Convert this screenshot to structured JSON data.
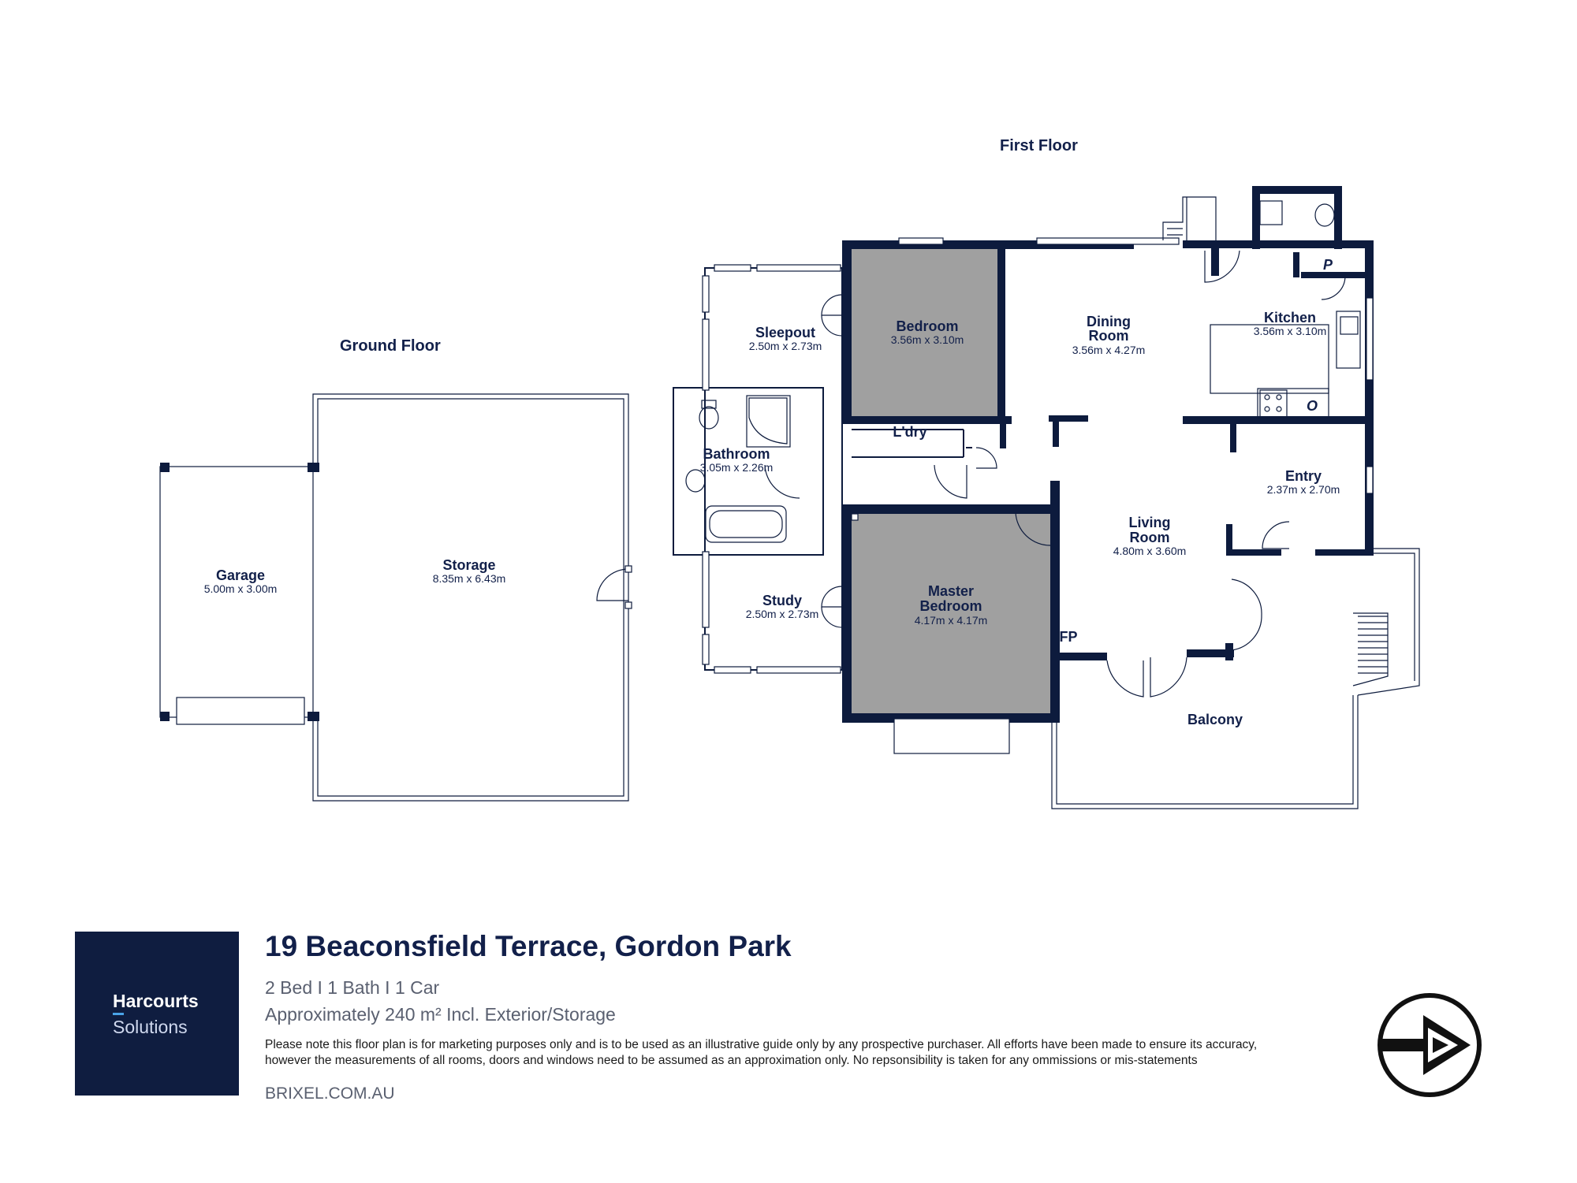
{
  "floors": {
    "first": "First Floor",
    "ground": "Ground Floor"
  },
  "rooms": {
    "bedroom": {
      "name": "Bedroom",
      "dims": "3.56m x 3.10m"
    },
    "sleepout": {
      "name": "Sleepout",
      "dims": "2.50m x 2.73m"
    },
    "dining": {
      "name1": "Dining",
      "name2": "Room",
      "dims": "3.56m x 4.27m"
    },
    "kitchen": {
      "name": "Kitchen",
      "dims": "3.56m x 3.10m"
    },
    "pantry": "P",
    "oven": "O",
    "laundry": "L'dry",
    "bathroom": {
      "name": "Bathroom",
      "dims": "3.05m x 2.26m"
    },
    "entry": {
      "name": "Entry",
      "dims": "2.37m x 2.70m"
    },
    "living": {
      "name1": "Living",
      "name2": "Room",
      "dims": "4.80m x 3.60m"
    },
    "study": {
      "name": "Study",
      "dims": "2.50m x 2.73m"
    },
    "master": {
      "name1": "Master",
      "name2": "Bedroom",
      "dims": "4.17m x 4.17m"
    },
    "fireplace": "FP",
    "balcony": "Balcony",
    "garage": {
      "name": "Garage",
      "dims": "5.00m x 3.00m"
    },
    "storage": {
      "name": "Storage",
      "dims": "8.35m x 6.43m"
    }
  },
  "colors": {
    "wall": "#0d1b3d",
    "shaded_room": "#a0a0a0",
    "logo_bg": "#0f1d40"
  },
  "footer": {
    "brand_line1": "Harcourts",
    "brand_line2": "Solutions",
    "address": "19 Beaconsfield Terrace, Gordon Park",
    "summary": "2 Bed I 1 Bath I 1 Car",
    "area": "Approximately 240 m² Incl. Exterior/Storage",
    "disclaimer_line1": "Please note this floor plan is for marketing purposes only and is to be used as an illustrative guide only by any prospective purchaser. All efforts have been made to ensure its accuracy,",
    "disclaimer_line2": "however the measurements of all rooms, doors and windows  need to be assumed as an approximation only. No repsonsibility is taken for any ommissions or mis-statements",
    "website": "BRIXEL.COM.AU",
    "north_icon": "north-arrow-icon"
  }
}
